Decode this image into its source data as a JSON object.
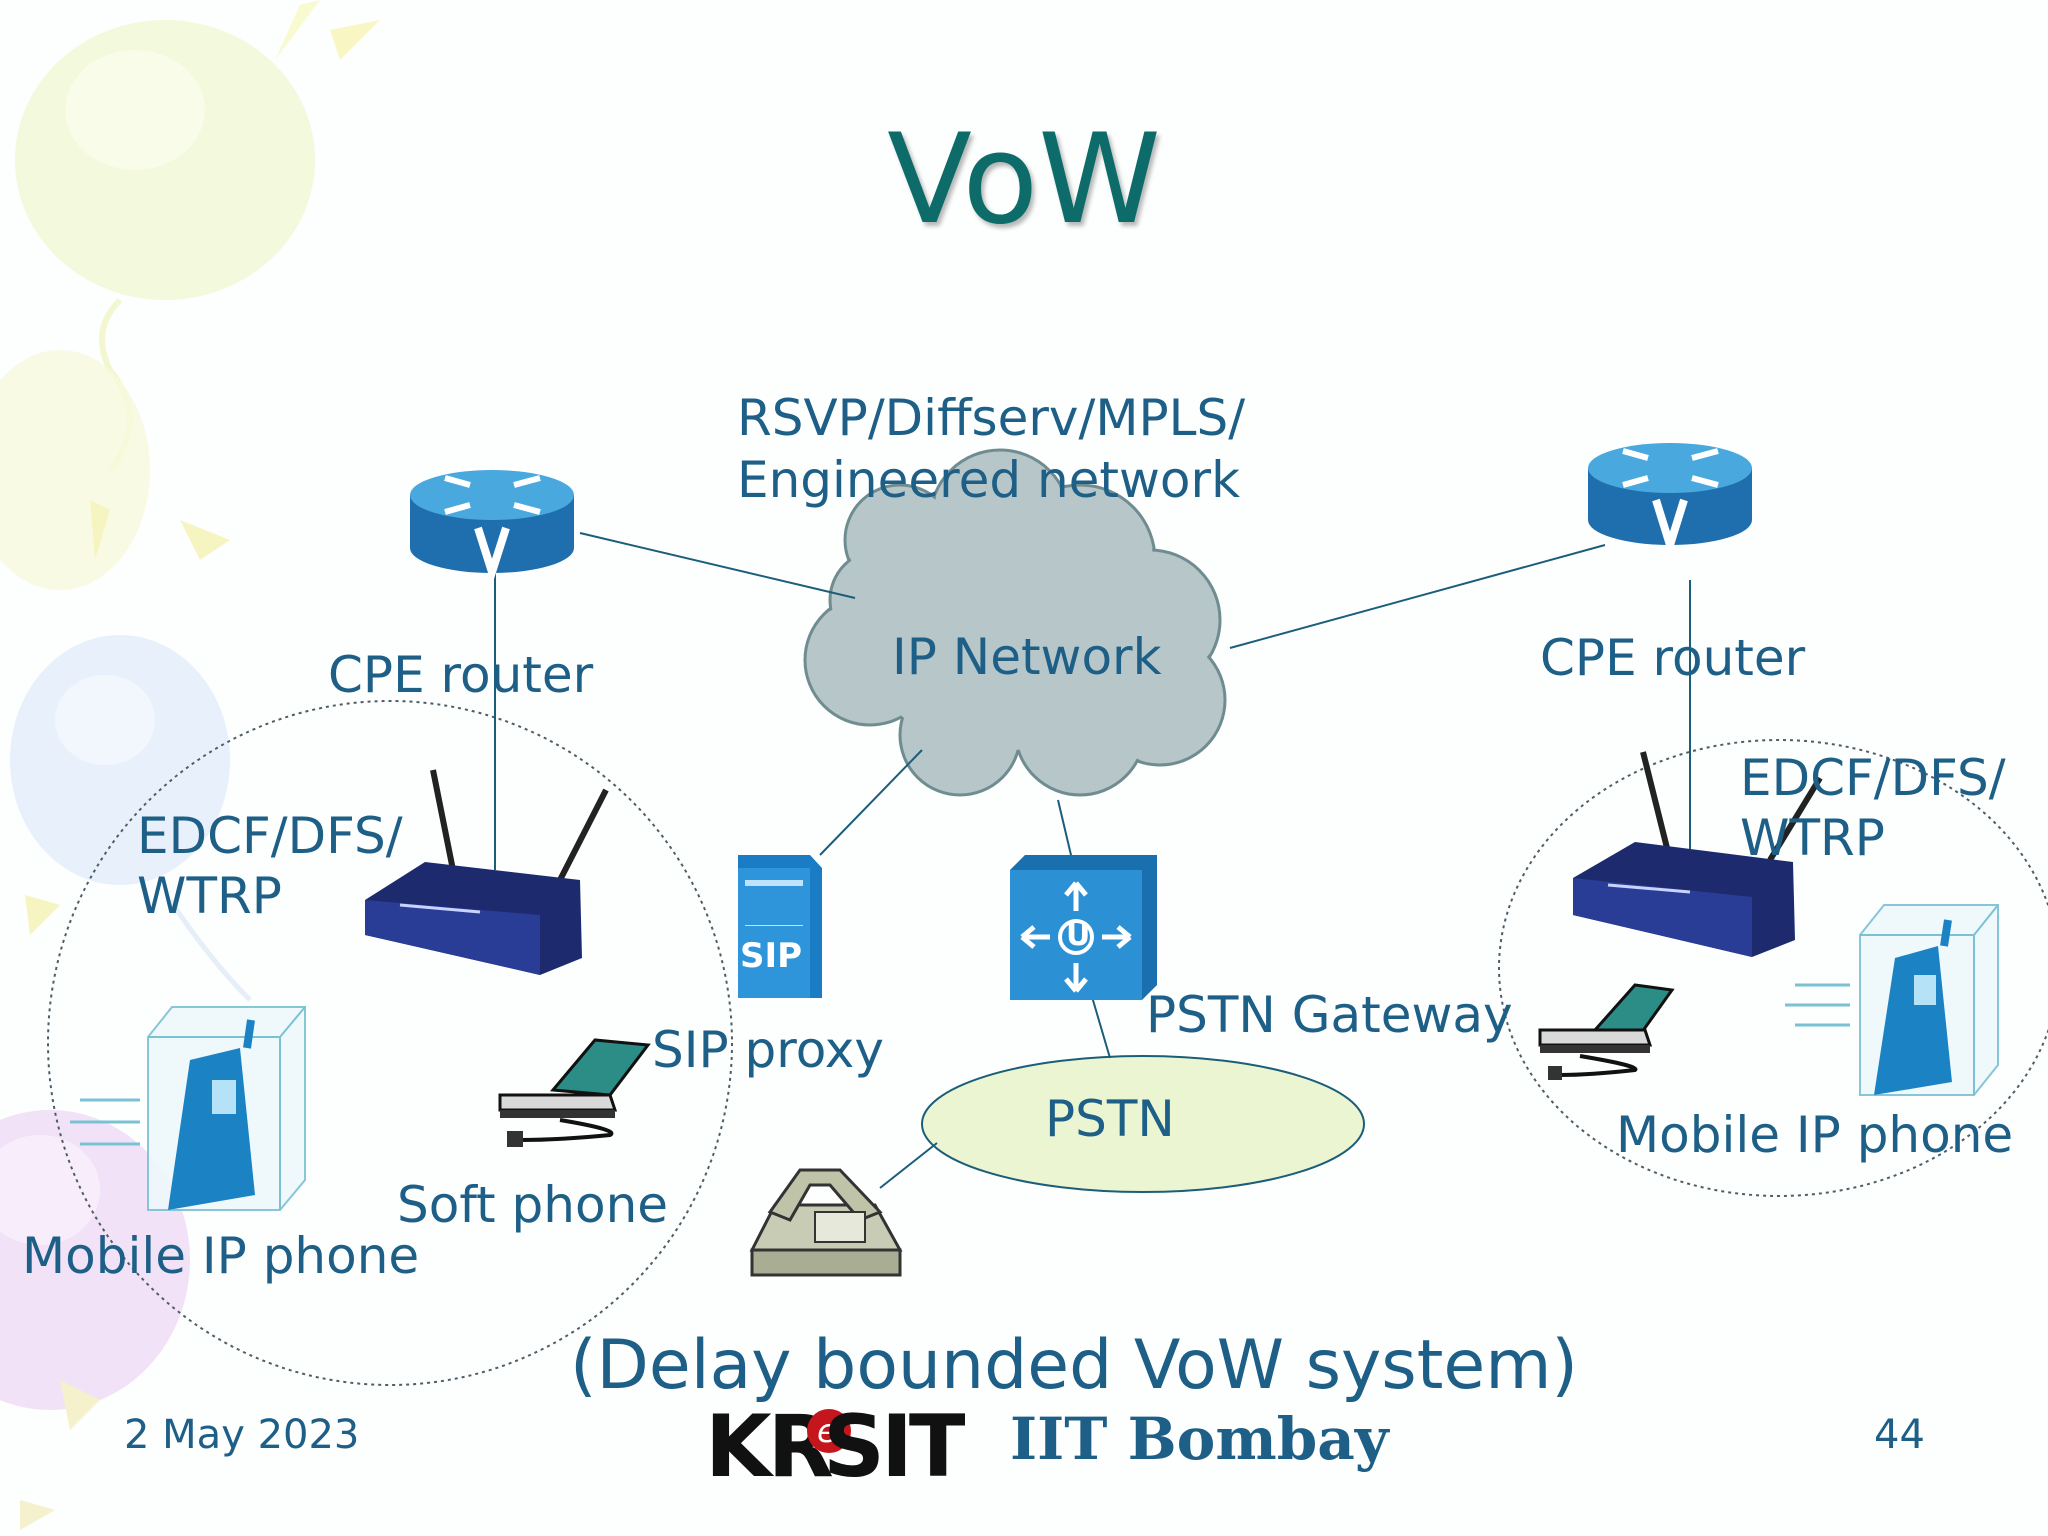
{
  "slide": {
    "title": "VoW",
    "caption": "(Delay bounded VoW system)",
    "footer": {
      "date": "2 May 2023",
      "organization": "IIT Bombay",
      "page_number": "44",
      "logo_text": "KReSIT"
    }
  },
  "diagram": {
    "labels": {
      "backbone_qos": "RSVP/Diffserv/MPLS/",
      "backbone_network": "Engineered network",
      "ip_network": "IP Network",
      "left_router": "CPE router",
      "right_router": "CPE router",
      "left_wlan_1": "EDCF/DFS/",
      "left_wlan_2": "WTRP",
      "right_wlan_1": "EDCF/DFS/",
      "right_wlan_2": "WTRP",
      "sip_proxy": "SIP proxy",
      "pstn_gateway": "PSTN Gateway",
      "pstn": "PSTN",
      "soft_phone": "Soft phone",
      "left_mobile": "Mobile IP phone",
      "right_mobile": "Mobile IP phone",
      "sip_icon_text": "SIP",
      "gateway_icon_text": "U"
    },
    "colors": {
      "title": "#0d6b6a",
      "text": "#1d5f86",
      "cloud": "#b7c6c8",
      "pstn_fill": "#ecf5d2",
      "router_blue": "#2b8ac8",
      "link": "#1b5e79"
    }
  }
}
